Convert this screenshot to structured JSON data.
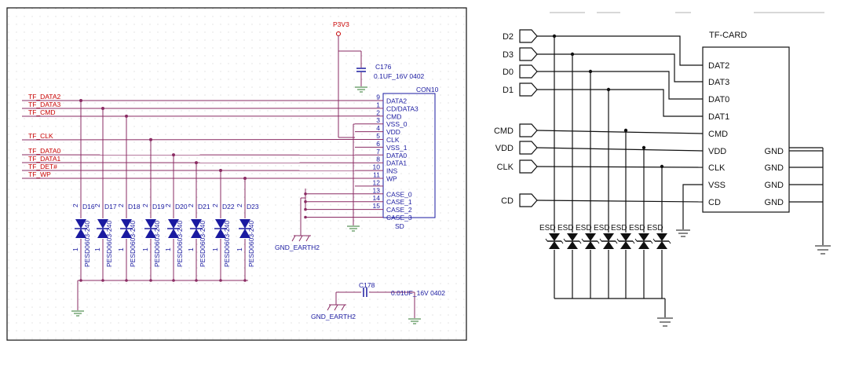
{
  "left_schematic": {
    "power_label": "P3V3",
    "cap_top": {
      "ref": "C176",
      "value": "0.1UF_16V  0402"
    },
    "cap_bottom": {
      "ref": "C178",
      "value": "0.01UF_16V  0402"
    },
    "connector": {
      "ref": "CON10",
      "name": "SD"
    },
    "gnd_earth_labels": [
      "GND_EARTH2",
      "GND_EARTH2"
    ],
    "net_labels": [
      "TF_DATA2",
      "TF_DATA3",
      "TF_CMD",
      "TF_CLK",
      "TF_DATA0",
      "TF_DATA1",
      "TF_DET#",
      "TF_WP"
    ],
    "pins": [
      {
        "num": "9",
        "name": "DATA2"
      },
      {
        "num": "1",
        "name": "CD/DATA3"
      },
      {
        "num": "2",
        "name": "CMD"
      },
      {
        "num": "3",
        "name": "VSS_0"
      },
      {
        "num": "4",
        "name": "VDD"
      },
      {
        "num": "5",
        "name": "CLK"
      },
      {
        "num": "6",
        "name": "VSS_1"
      },
      {
        "num": "7",
        "name": "DATA0"
      },
      {
        "num": "8",
        "name": "DATA1"
      },
      {
        "num": "10",
        "name": "INS"
      },
      {
        "num": "11",
        "name": "WP"
      },
      {
        "num": "12",
        "name": ""
      },
      {
        "num": "13",
        "name": "CASE_0"
      },
      {
        "num": "14",
        "name": "CASE_1"
      },
      {
        "num": "15",
        "name": "CASE_2"
      },
      {
        "num": "",
        "name": "CASE_3"
      }
    ],
    "diode_refs": [
      "D16",
      "D17",
      "D18",
      "D19",
      "D20",
      "D21",
      "D22",
      "D23"
    ],
    "diode_part": "PESD0603-240",
    "diode_pin_top": "2",
    "diode_pin_bottom": "1"
  },
  "right_schematic": {
    "chip_title": "TF-CARD",
    "left_inputs": [
      "D2",
      "D3",
      "D0",
      "D1",
      "CMD",
      "VDD",
      "CLK",
      "CD"
    ],
    "chip_pins_left": [
      "DAT2",
      "DAT3",
      "DAT0",
      "DAT1",
      "CMD",
      "VDD",
      "CLK",
      "VSS",
      "CD"
    ],
    "chip_pins_right": [
      "GND",
      "GND",
      "GND",
      "GND"
    ],
    "esd_label": "ESD",
    "esd_count": 7
  },
  "colors": {
    "net_red": "#c80000",
    "wire_purple": "#8a2b63",
    "part_blue": "#1a1aa0",
    "ground_green": "#2f7a2f",
    "frame_black": "#111111"
  }
}
